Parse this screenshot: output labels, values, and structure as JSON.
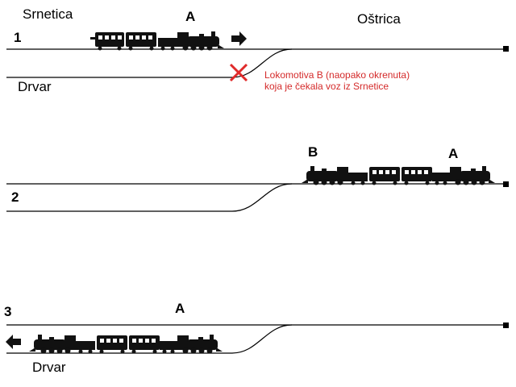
{
  "stations": {
    "srnetica": "Srnetica",
    "ostrica": "Oštrica",
    "drvar_1": "Drvar",
    "drvar_3": "Drvar"
  },
  "steps": {
    "step1": "1",
    "step2": "2",
    "step3": "3"
  },
  "trains": {
    "a_step1": "A",
    "a_step2": "A",
    "b_step2": "B",
    "a_step3": "A"
  },
  "annotation": {
    "line1": "Lokomotiva B (naopako okrenuta)",
    "line2": "koja je čekala voz iz Srnetice"
  },
  "colors": {
    "track": "#000000",
    "train": "#111111",
    "annotation": "#d42a2a",
    "cross": "#e02a2a"
  },
  "icons": {
    "direction_right": "arrow-right-icon",
    "direction_left": "arrow-left-icon",
    "blocked": "red-x-icon",
    "locomotive": "steam-locomotive-icon",
    "carriage": "passenger-carriage-icon"
  }
}
